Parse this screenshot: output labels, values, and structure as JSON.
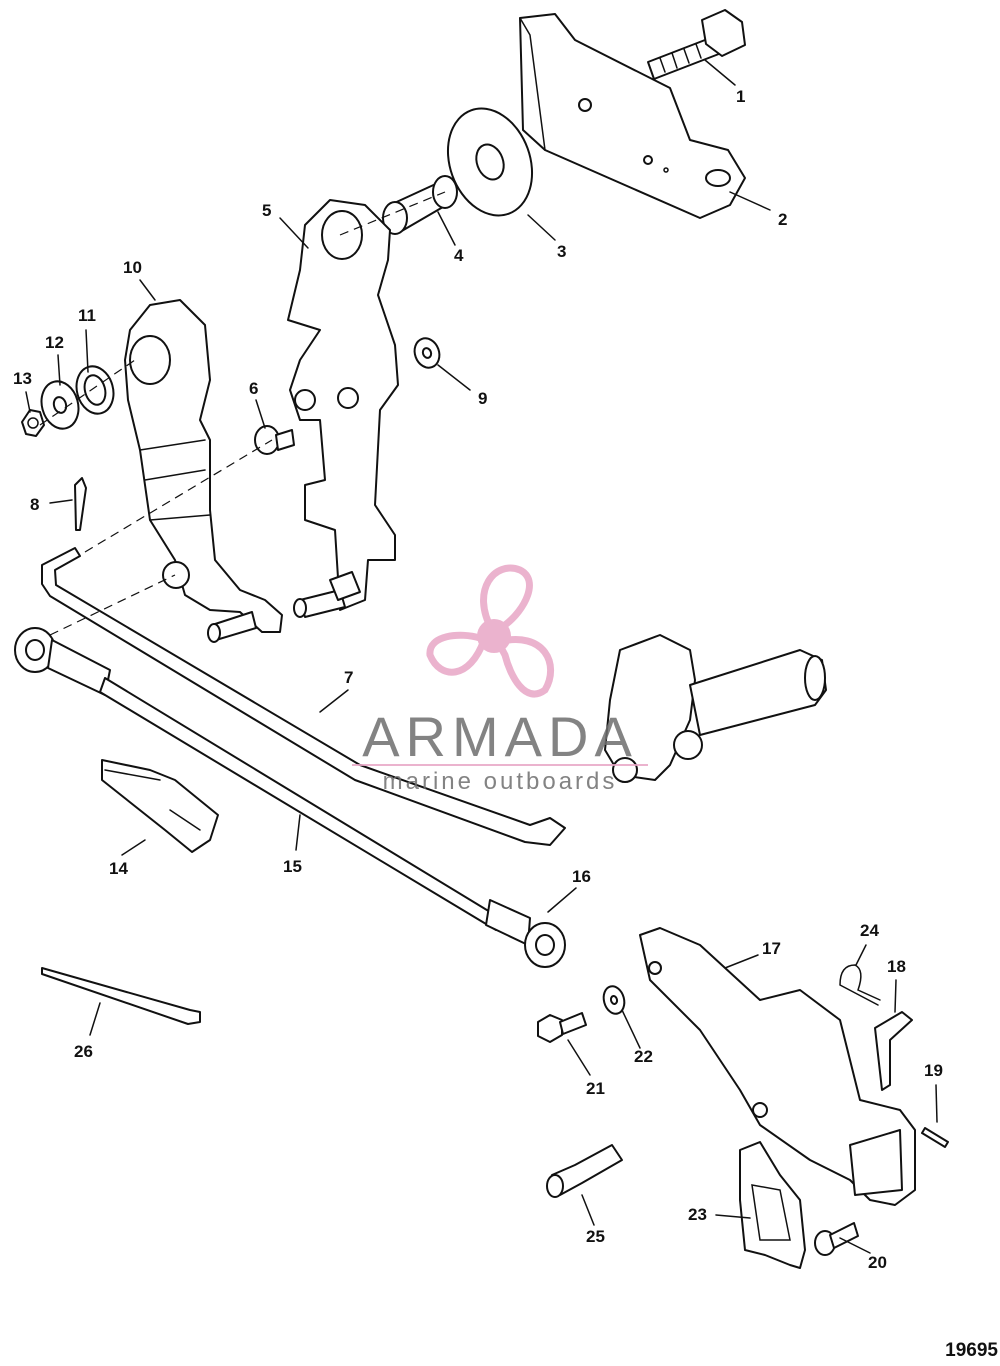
{
  "watermark": {
    "brand": "ARMADA",
    "tagline": "marine outboards",
    "accent_color": "#e8a6c6",
    "text_color": "#6e6e6e"
  },
  "callouts": [
    {
      "num": "1"
    },
    {
      "num": "2"
    },
    {
      "num": "3"
    },
    {
      "num": "4"
    },
    {
      "num": "5"
    },
    {
      "num": "6"
    },
    {
      "num": "7"
    },
    {
      "num": "8"
    },
    {
      "num": "9"
    },
    {
      "num": "10"
    },
    {
      "num": "11"
    },
    {
      "num": "12"
    },
    {
      "num": "13"
    },
    {
      "num": "14"
    },
    {
      "num": "15"
    },
    {
      "num": "16"
    },
    {
      "num": "17"
    },
    {
      "num": "18"
    },
    {
      "num": "19"
    },
    {
      "num": "20"
    },
    {
      "num": "21"
    },
    {
      "num": "22"
    },
    {
      "num": "23"
    },
    {
      "num": "24"
    },
    {
      "num": "25"
    },
    {
      "num": "26"
    }
  ],
  "figure_id": "19695"
}
